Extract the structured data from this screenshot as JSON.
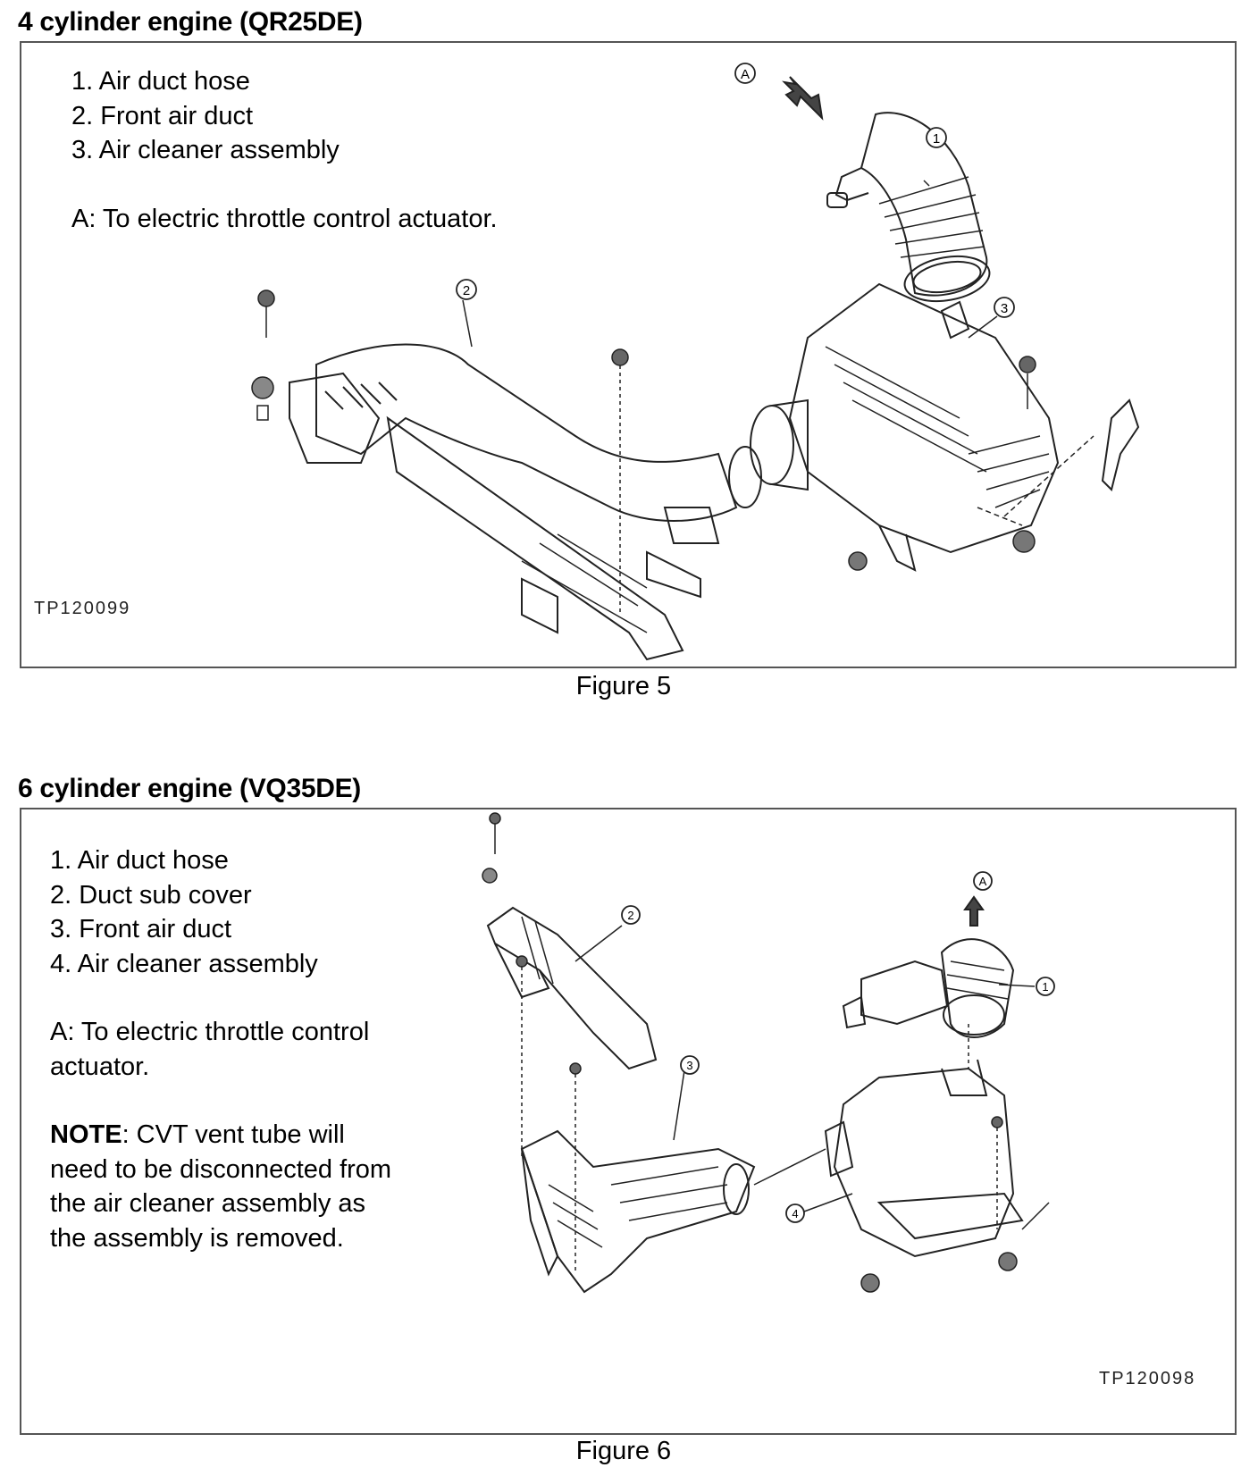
{
  "fig5": {
    "title": "4 cylinder engine (QR25DE)",
    "legend": [
      "1. Air duct hose",
      "2. Front air duct",
      "3. Air cleaner assembly"
    ],
    "note_a": "A: To electric throttle control actuator.",
    "code": "TP120099",
    "caption": "Figure 5",
    "callouts": [
      "1",
      "2",
      "3",
      "A"
    ]
  },
  "fig6": {
    "title": "6 cylinder engine (VQ35DE)",
    "legend": [
      "1. Air duct hose",
      "2. Duct sub cover",
      "3. Front air duct",
      "4. Air cleaner assembly"
    ],
    "note_a_line1": "A: To electric throttle control",
    "note_a_line2": "actuator.",
    "note_label": "NOTE",
    "note_lines": [
      ": CVT vent tube will",
      "need to be disconnected from",
      "the air cleaner assembly as",
      "the assembly is removed."
    ],
    "code": "TP120098",
    "caption": "Figure 6",
    "callouts": [
      "1",
      "2",
      "3",
      "4",
      "A"
    ]
  }
}
